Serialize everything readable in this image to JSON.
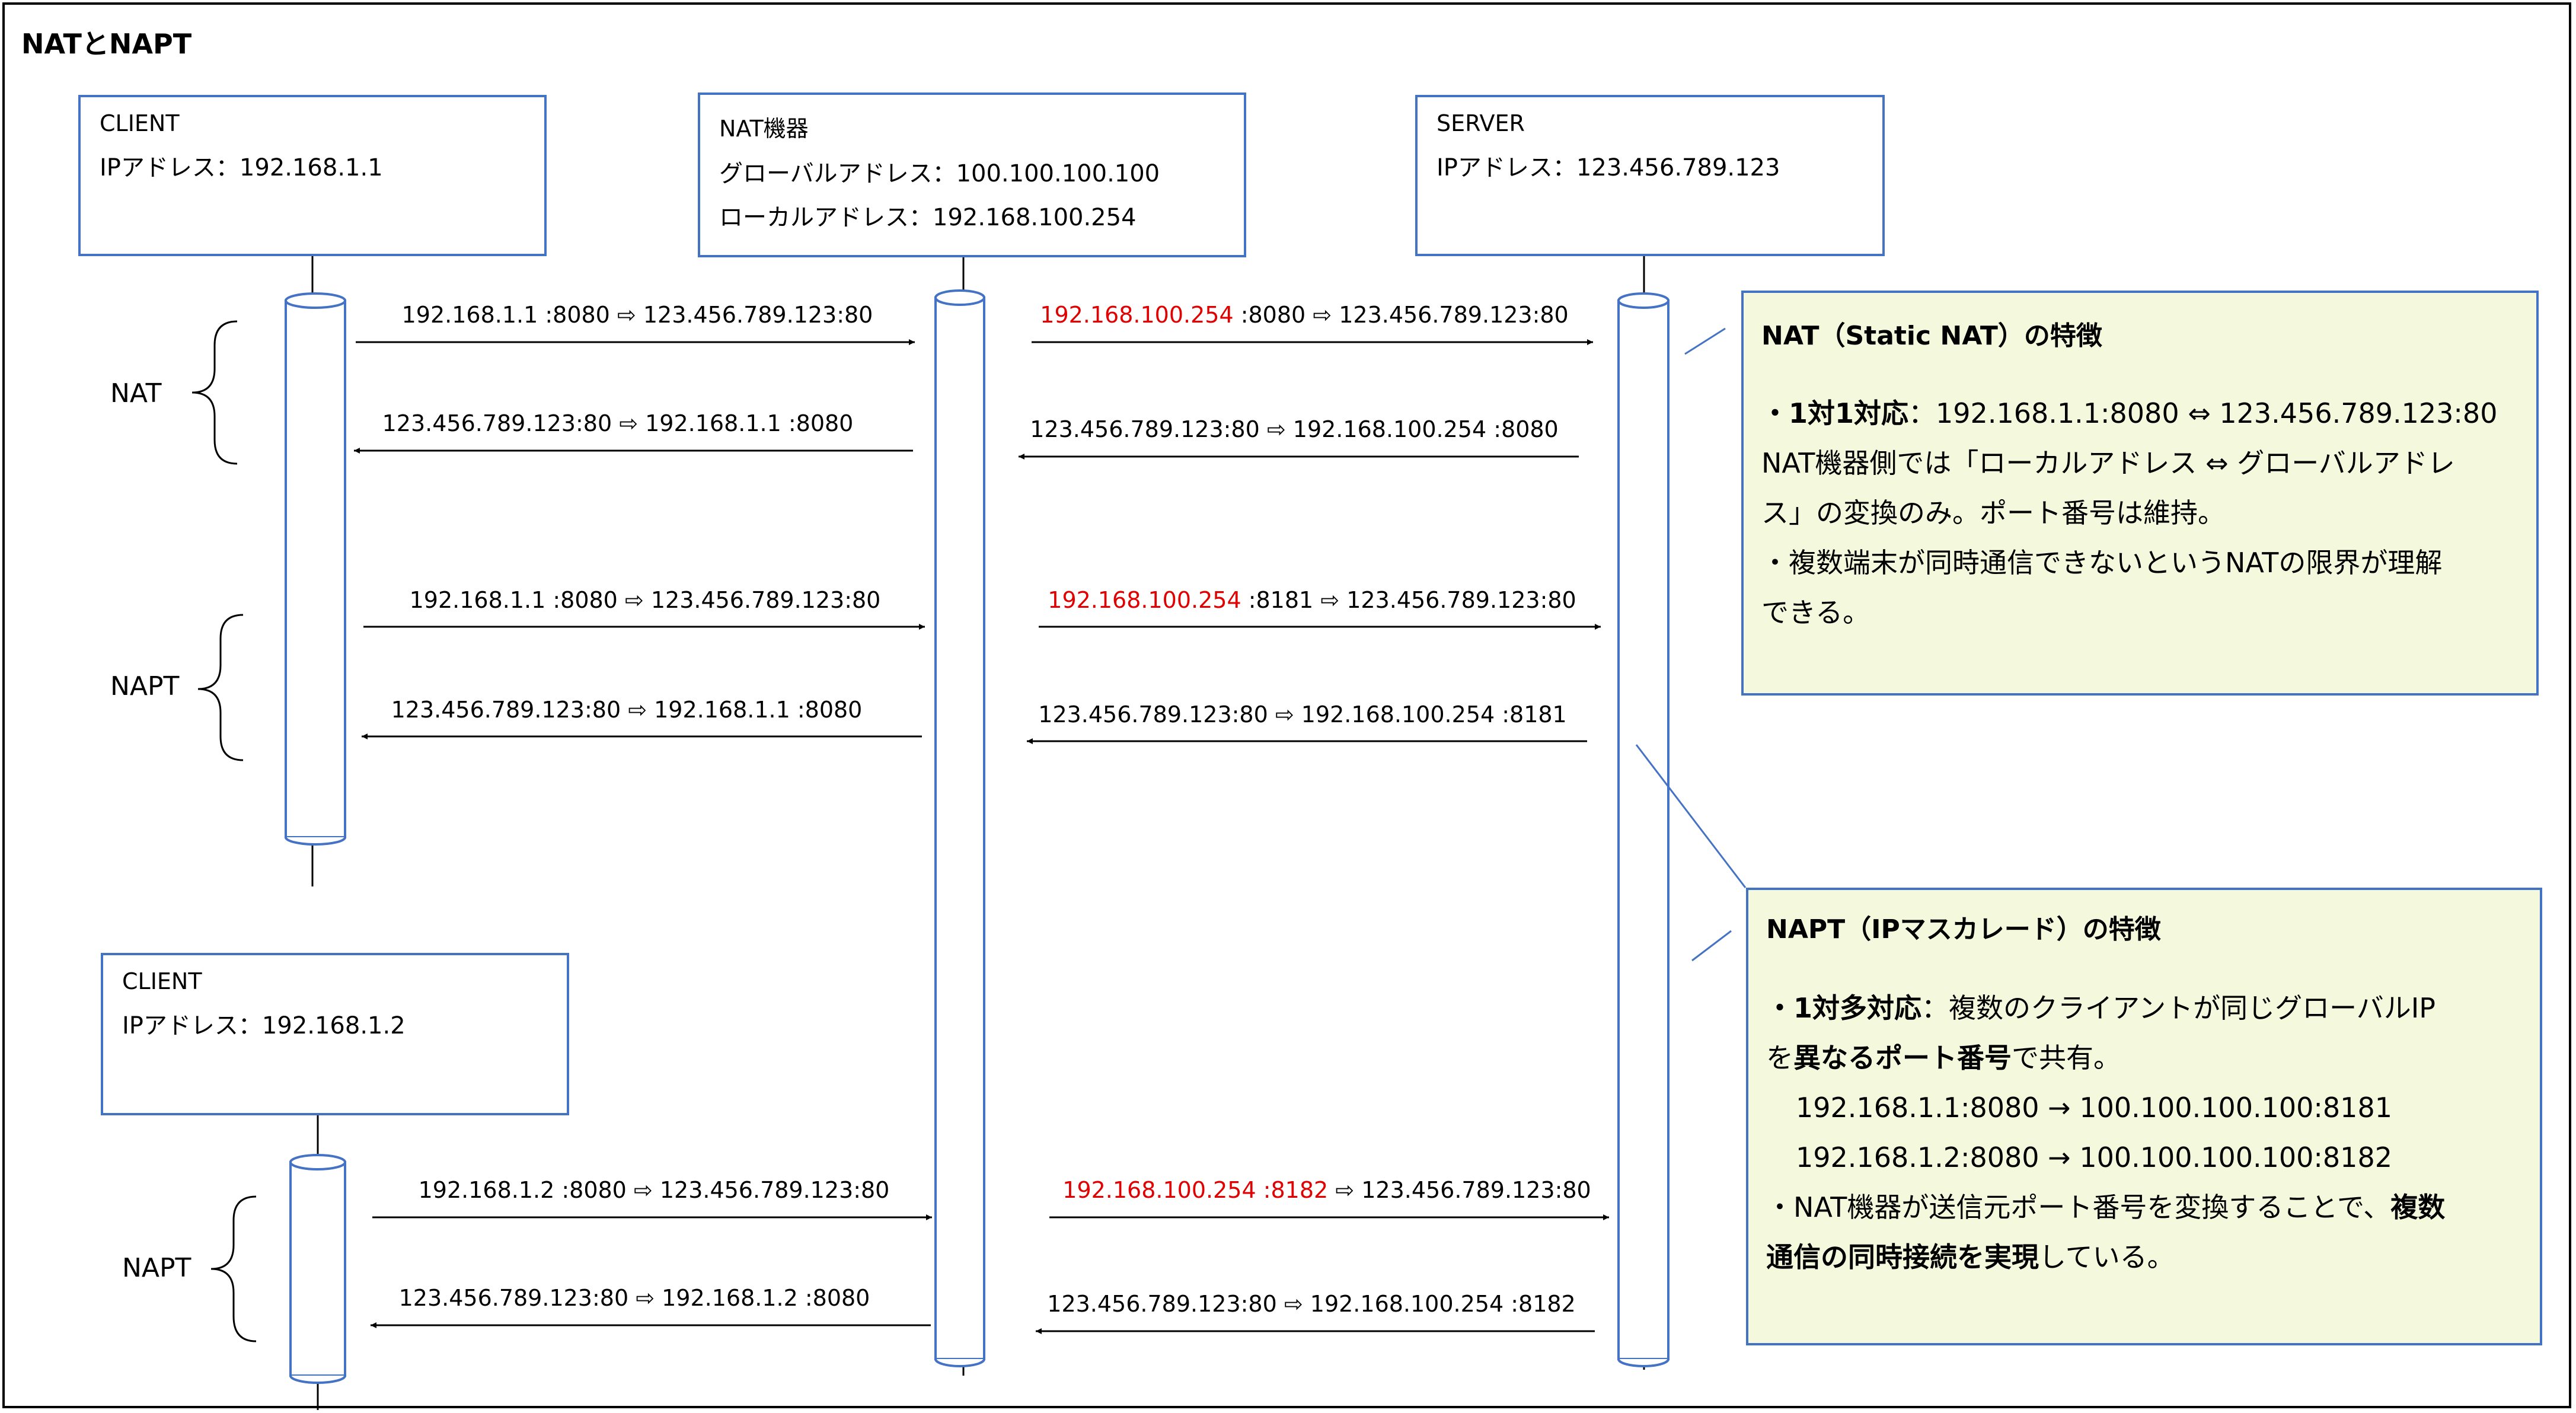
{
  "title": "NATとNAPT",
  "client1": {
    "name": "CLIENT",
    "ip": "IPアドレス：192.168.1.1"
  },
  "nat_device": {
    "name": "NAT機器",
    "global": "グローバルアドレス：100.100.100.100",
    "local": "ローカルアドレス：192.168.100.254"
  },
  "server": {
    "name": "SERVER",
    "ip": "IPアドレス：123.456.789.123"
  },
  "client2": {
    "name": "CLIENT",
    "ip": "IPアドレス：192.168.1.2"
  },
  "group_labels": {
    "nat": "NAT",
    "napt1": "NAPT",
    "napt2": "NAPT"
  },
  "messages": {
    "m1": "192.168.1.1 :8080 ⇨ 123.456.789.123:80",
    "m2": "123.456.789.123:80 ⇨ 192.168.1.1 :8080",
    "m3_red": "192.168.100.254",
    "m3_rest": " :8080 ⇨ 123.456.789.123:80",
    "m4": "123.456.789.123:80 ⇨ 192.168.100.254 :8080",
    "m5": "192.168.1.1 :8080 ⇨ 123.456.789.123:80",
    "m6": "123.456.789.123:80 ⇨ 192.168.1.1 :8080",
    "m7_red": "192.168.100.254",
    "m7_rest": " :8181 ⇨ 123.456.789.123:80",
    "m8": "123.456.789.123:80 ⇨ 192.168.100.254 :8181",
    "m9": "192.168.1.2 :8080 ⇨ 123.456.789.123:80",
    "m10": "123.456.789.123:80 ⇨ 192.168.1.2 :8080",
    "m11_red": "192.168.100.254 :8182",
    "m11_rest": " ⇨ 123.456.789.123:80",
    "m12": "123.456.789.123:80 ⇨ 192.168.100.254 :8182"
  },
  "nat_note": {
    "title": "NAT（Static NAT）の特徴",
    "l1_bold": "・1対1対応",
    "l1_rest": "：192.168.1.1:8080 ⇔ 123.456.789.123:80",
    "l2": "NAT機器側では「ローカルアドレス ⇔ グローバルアドレ",
    "l3": "ス」の変換のみ。ポート番号は維持。",
    "l4": "・複数端末が同時通信できないというNATの限界が理解",
    "l5": "できる。"
  },
  "napt_note": {
    "title": "NAPT（IPマスカレード）の特徴",
    "l1_bold": "・1対多対応",
    "l1_rest": "：複数のクライアントが同じグローバルIP",
    "l2_a": "を",
    "l2_bold": "異なるポート番号",
    "l2_b": "で共有。",
    "l3": "192.168.1.1:8080 → 100.100.100.100:8181",
    "l4": "192.168.1.2:8080 → 100.100.100.100:8182",
    "l5_a": "・NAT機器が送信元ポート番号を変換することで、",
    "l5_bold": "複数",
    "l6_bold": "通信の同時接続を実現",
    "l6_b": "している。"
  },
  "colors": {
    "box_border": "#4472C4",
    "note_fill": "#F4F8DC",
    "highlight": "#E00000",
    "line": "#000000"
  }
}
